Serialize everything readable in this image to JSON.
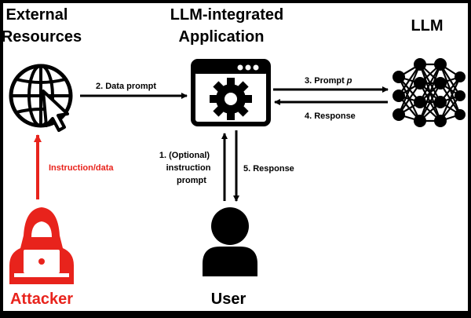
{
  "nodes": {
    "external": {
      "title_line1": "External",
      "title_line2": "Resources",
      "icon": "globe-cursor-icon"
    },
    "app": {
      "title_line1": "LLM-integrated",
      "title_line2": "Application",
      "icon": "app-window-gear-icon"
    },
    "llm": {
      "title": "LLM",
      "icon": "neural-network-icon"
    },
    "user": {
      "title": "User",
      "icon": "user-silhouette-icon"
    },
    "attacker": {
      "title": "Attacker",
      "icon": "hooded-hacker-laptop-icon"
    }
  },
  "edges": {
    "data_prompt": "2. Data prompt",
    "prompt_p_prefix": "3. Prompt ",
    "prompt_p_var": "p",
    "response_llm": "4. Response",
    "instruction_line1": "1. (Optional)",
    "instruction_line2": "instruction",
    "instruction_line3": "prompt",
    "response_user": "5. Response",
    "instruction_data": "Instruction/data"
  },
  "colors": {
    "attacker": "#e8231c",
    "ink": "#000000",
    "background": "#ffffff",
    "border": "#000000"
  }
}
